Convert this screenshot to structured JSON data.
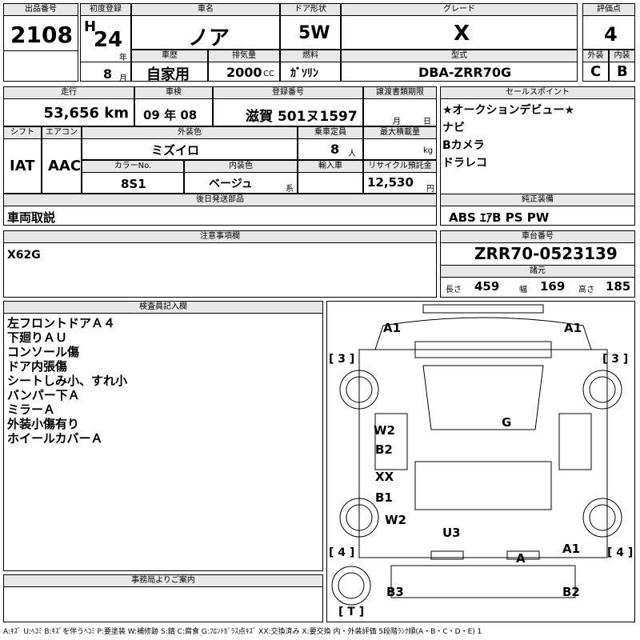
{
  "lot": {
    "label": "出品番号",
    "value": "2108"
  },
  "first_reg": {
    "label": "初度登録",
    "era": "H",
    "year": "24",
    "year_unit": "年",
    "month": "8",
    "month_unit": "月"
  },
  "car_name": {
    "label": "車名",
    "value": "ノア"
  },
  "door": {
    "label": "ドア形状",
    "value": "5W"
  },
  "grade": {
    "label": "グレード",
    "value": "X"
  },
  "score": {
    "label": "評価点",
    "value": "4"
  },
  "history": {
    "label": "車歴",
    "value": "自家用"
  },
  "displacement": {
    "label": "排気量",
    "value": "2000",
    "unit": "CC"
  },
  "fuel": {
    "label": "燃料",
    "value": "ｶﾞｿﾘﾝ"
  },
  "model": {
    "label": "型式",
    "value": "DBA-ZRR70G"
  },
  "ext_int": {
    "ext_label": "外装",
    "int_label": "内装",
    "ext": "C",
    "int": "B"
  },
  "mileage": {
    "label": "走行",
    "value": "53,656 km"
  },
  "inspection": {
    "label": "車検",
    "value": "09 年 08 月"
  },
  "reg_no": {
    "label": "登録番号",
    "value": "滋賀 501ヌ1597"
  },
  "transfer": {
    "label": "譲渡書類期限",
    "month": "月",
    "day": "日"
  },
  "shift": {
    "label": "シフト",
    "value": "IAT"
  },
  "aircon": {
    "label": "エアコン",
    "value": "AAC"
  },
  "ext_color": {
    "label": "外装色",
    "value": "ミズイロ"
  },
  "seats": {
    "label": "乗車定員",
    "value": "8",
    "unit": "人"
  },
  "max_load": {
    "label": "最大積載量",
    "unit": "kg"
  },
  "color_no": {
    "label": "カラーNo.",
    "value": "8S1"
  },
  "int_color": {
    "label": "内装色",
    "value": "ベージュ",
    "suffix": "系"
  },
  "import": {
    "label": "輸入車"
  },
  "recycle": {
    "label": "リサイクル預託金",
    "value": "12,530",
    "unit": "円"
  },
  "later_parts": {
    "label": "後日発送部品",
    "value": "車両取説"
  },
  "sales_points": {
    "label": "セールスポイント",
    "items": [
      "★オークションデビュー★",
      "ナビ",
      "Bカメラ",
      "ドラレコ"
    ]
  },
  "equipment": {
    "label": "純正装備",
    "value": "ABS ｴｱB PS PW"
  },
  "notes": {
    "label": "注意事項欄",
    "value": "X62G"
  },
  "chassis": {
    "label": "車台番号",
    "value": "ZRR70-0523139"
  },
  "specs": {
    "label": "諸元",
    "length_label": "長さ",
    "length": "459",
    "width_label": "幅",
    "width": "169",
    "height_label": "高さ",
    "height": "185"
  },
  "inspector": {
    "label": "検査員記入欄",
    "lines": [
      "左フロントドアＡ４",
      "下廻りＡＵ",
      "コンソール傷",
      "ドア内張傷",
      "シートしみ小、すれ小",
      "バンパー下Ａ",
      "ミラーＡ",
      "外装小傷有り",
      "ホイールカバーＡ"
    ]
  },
  "office": {
    "label": "事務局よりご案内"
  },
  "diagram_marks": {
    "a1_left": "A1",
    "a1_right": "A1",
    "three_left": "[ 3 ]",
    "three_right": "[ 3 ]",
    "g": "G",
    "w2_upper": "W2",
    "b2": "B2",
    "xx": "XX",
    "b1": "B1",
    "w2_lower": "W2",
    "u3": "U3",
    "four_left": "[ 4 ]",
    "four_right": "[ 4 ]",
    "a1_rear": "A1",
    "a_rear": "A",
    "b3": "B3",
    "b2_rear": "B2",
    "t": "[ T ]"
  },
  "legend": "A:ｷｽﾞ U:ﾍｺﾐ B:ｷｽﾞを伴うﾍｺﾐ P:要塗装 W:補修跡 S:錆 C:腐食 G:ﾌﾛﾝﾄｶﾞﾗｽ点ｷｽﾞ XX:交換済み X:要交換 内・外装評価 5段階ﾗﾝｸ順(A・B・C・D・E) 1"
}
